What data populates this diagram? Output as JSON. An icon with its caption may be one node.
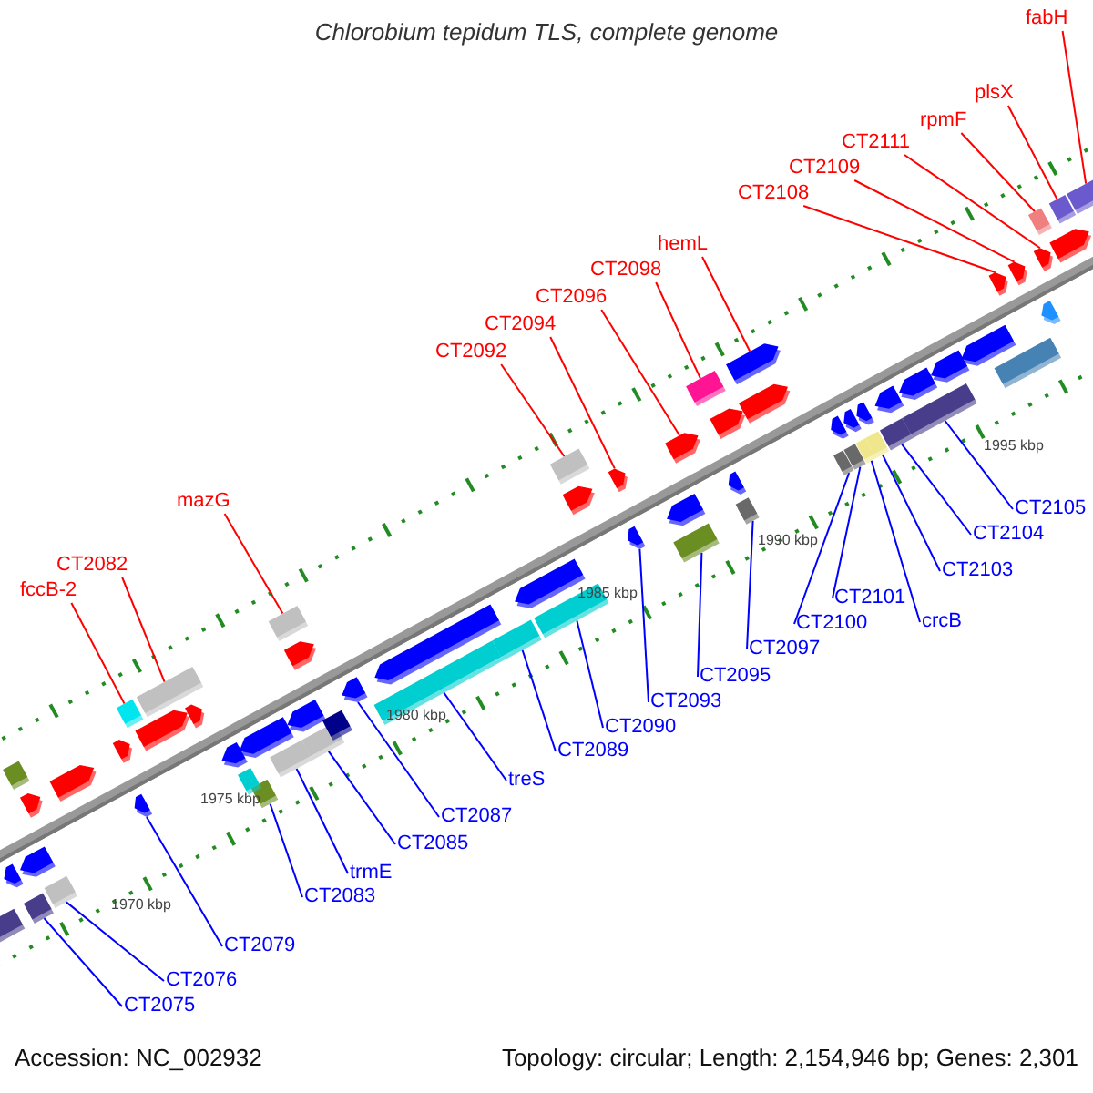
{
  "diagram": {
    "title": "Chlorobium tepidum TLS, complete genome",
    "nodes": [
      {
        "text": [
          "fabH"
        ]
      },
      {
        "text": [
          "plsX"
        ]
      },
      {
        "text": [
          "rpmF"
        ]
      },
      {
        "text": [
          "CT2111"
        ]
      },
      {
        "text": [
          "CT2109"
        ]
      },
      {
        "text": [
          "CT2108"
        ]
      },
      {
        "text": [
          "hemL"
        ]
      },
      {
        "text": [
          "CT2098"
        ]
      },
      {
        "text": [
          "CT2096"
        ]
      },
      {
        "text": [
          "CT2094"
        ]
      },
      {
        "text": [
          "CT2092"
        ]
      },
      {
        "text": [
          "mazG"
        ]
      },
      {
        "text": [
          "CT2082"
        ]
      },
      {
        "text": [
          "fccB-2"
        ]
      },
      {
        "text": [
          "CT2105"
        ]
      },
      {
        "text": [
          "CT2104"
        ]
      },
      {
        "text": [
          "CT2103"
        ]
      },
      {
        "text": [
          "CT2101"
        ]
      },
      {
        "text": [
          "crcB"
        ]
      },
      {
        "text": [
          "CT2100"
        ]
      },
      {
        "text": [
          "CT2097"
        ]
      },
      {
        "text": [
          "CT2095"
        ]
      },
      {
        "text": [
          "CT2093"
        ]
      },
      {
        "text": [
          "CT2090"
        ]
      },
      {
        "text": [
          "CT2089"
        ]
      },
      {
        "text": [
          "treS"
        ]
      },
      {
        "text": [
          "CT2087"
        ]
      },
      {
        "text": [
          "CT2085"
        ]
      },
      {
        "text": [
          "trmE"
        ]
      },
      {
        "text": [
          "CT2083"
        ]
      },
      {
        "text": [
          "CT2079"
        ]
      },
      {
        "text": [
          "CT2076"
        ]
      },
      {
        "text": [
          "CT2075"
        ]
      },
      {
        "text": [],
        "shape": "arrow"
      },
      {
        "text": [],
        "shape": "box"
      },
      {
        "text": [],
        "shape": "box"
      },
      {
        "text": [],
        "shape": "arrow"
      },
      {
        "text": [],
        "shape": "arrow"
      },
      {
        "text": [],
        "shape": "arrow"
      },
      {
        "text": [],
        "shape": "arrow"
      },
      {
        "text": [],
        "shape": "box"
      },
      {
        "text": [],
        "shape": "arrow"
      },
      {
        "text": [],
        "shape": "arrow"
      },
      {
        "text": [],
        "shape": "box"
      },
      {
        "text": [],
        "shape": "box"
      },
      {
        "text": [],
        "shape": "box"
      },
      {
        "text": [],
        "shape": "box"
      },
      {
        "text": [],
        "shape": "box"
      },
      {
        "text": [],
        "shape": "box"
      },
      {
        "text": [],
        "shape": "box"
      },
      {
        "text": [],
        "shape": "box"
      },
      {
        "text": [],
        "shape": "box"
      },
      {
        "text": [],
        "shape": "box"
      },
      {
        "text": [],
        "shape": "box"
      },
      {
        "text": [],
        "shape": "box"
      },
      {
        "text": [],
        "shape": "arrow"
      },
      {
        "text": [],
        "shape": "box"
      },
      {
        "text": [],
        "shape": "box"
      },
      {
        "text": [],
        "shape": "box"
      },
      {
        "text": [],
        "shape": "arrow"
      },
      {
        "text": [],
        "shape": "box"
      },
      {
        "text": [],
        "shape": "box"
      },
      {
        "text": [],
        "shape": "box"
      },
      {
        "text": [],
        "shape": "arrow"
      },
      {
        "text": [],
        "shape": "box"
      },
      {
        "text": [],
        "shape": "box"
      },
      {
        "text": [],
        "shape": "arrow"
      },
      {
        "text": [],
        "shape": "arrow"
      },
      {
        "text": [],
        "shape": "arrow"
      },
      {
        "text": [],
        "shape": "arrow"
      },
      {
        "text": [],
        "shape": "arrow"
      },
      {
        "text": [],
        "shape": "arrow"
      },
      {
        "text": [],
        "shape": "arrow"
      },
      {
        "text": [],
        "shape": "arrow"
      },
      {
        "text": [],
        "shape": "arrow"
      },
      {
        "text": [],
        "shape": "arrow"
      },
      {
        "text": [],
        "shape": "box"
      },
      {
        "text": [],
        "shape": "arrow"
      },
      {
        "text": [],
        "shape": "arrow"
      },
      {
        "text": [],
        "shape": "arrow"
      },
      {
        "text": [],
        "shape": "arrow"
      },
      {
        "text": [],
        "shape": "arrow"
      },
      {
        "text": [],
        "shape": "arrow"
      },
      {
        "text": [],
        "shape": "arrow"
      },
      {
        "text": [],
        "shape": "box"
      },
      {
        "text": [],
        "shape": "arrow"
      },
      {
        "text": [],
        "shape": "arrow"
      },
      {
        "text": [],
        "shape": "arrow"
      },
      {
        "text": [],
        "shape": "arrow"
      },
      {
        "text": [],
        "shape": "arrow"
      },
      {
        "text": [],
        "shape": "arrow"
      },
      {
        "text": [],
        "shape": "arrow"
      },
      {
        "text": [],
        "shape": "arrow"
      },
      {
        "text": [],
        "shape": "box"
      },
      {
        "text": [],
        "shape": "box"
      },
      {
        "text": [],
        "shape": "arrow"
      },
      {
        "text": [],
        "shape": "arrow"
      },
      {
        "text": [],
        "shape": "box"
      }
    ],
    "edges": [
      {
        "from": 0,
        "to": 33,
        "arrow": "none",
        "color": "#ff0000"
      },
      {
        "from": 1,
        "to": 34,
        "arrow": "none",
        "color": "#ff0000"
      },
      {
        "from": 2,
        "to": 35,
        "arrow": "none",
        "color": "#ff0000"
      },
      {
        "from": 3,
        "to": 36,
        "arrow": "none",
        "color": "#ff0000"
      },
      {
        "from": 4,
        "to": 37,
        "arrow": "none",
        "color": "#ff0000"
      },
      {
        "from": 5,
        "to": 38,
        "arrow": "none",
        "color": "#ff0000"
      },
      {
        "from": 6,
        "to": 39,
        "arrow": "none",
        "color": "#ff0000"
      },
      {
        "from": 7,
        "to": 40,
        "arrow": "none",
        "color": "#ff0000"
      },
      {
        "from": 8,
        "to": 41,
        "arrow": "none",
        "color": "#ff0000"
      },
      {
        "from": 9,
        "to": 42,
        "arrow": "none",
        "color": "#ff0000"
      },
      {
        "from": 10,
        "to": 43,
        "arrow": "none",
        "color": "#ff0000"
      },
      {
        "from": 11,
        "to": 44,
        "arrow": "none",
        "color": "#ff0000"
      },
      {
        "from": 12,
        "to": 45,
        "arrow": "none",
        "color": "#ff0000"
      },
      {
        "from": 13,
        "to": 46,
        "arrow": "none",
        "color": "#ff0000"
      },
      {
        "from": 14,
        "to": 47,
        "arrow": "none"
      },
      {
        "from": 15,
        "to": 48,
        "arrow": "none"
      },
      {
        "from": 16,
        "to": 49,
        "arrow": "none"
      },
      {
        "from": 17,
        "to": 50,
        "arrow": "none"
      },
      {
        "from": 18,
        "to": 51,
        "arrow": "none"
      },
      {
        "from": 19,
        "to": 52,
        "arrow": "none"
      },
      {
        "from": 20,
        "to": 53,
        "arrow": "none"
      },
      {
        "from": 21,
        "to": 54,
        "arrow": "none"
      },
      {
        "from": 22,
        "to": 55,
        "arrow": "none"
      },
      {
        "from": 23,
        "to": 56,
        "arrow": "none"
      },
      {
        "from": 24,
        "to": 57,
        "arrow": "none"
      },
      {
        "from": 25,
        "to": 58,
        "arrow": "none"
      },
      {
        "from": 26,
        "to": 59,
        "arrow": "none"
      },
      {
        "from": 27,
        "to": 60,
        "arrow": "none"
      },
      {
        "from": 28,
        "to": 61,
        "arrow": "none"
      },
      {
        "from": 29,
        "to": 62,
        "arrow": "none"
      },
      {
        "from": 30,
        "to": 63,
        "arrow": "none"
      },
      {
        "from": 31,
        "to": 64,
        "arrow": "none"
      },
      {
        "from": 32,
        "to": 65,
        "arrow": "none"
      }
    ],
    "labels": [
      "1995 kbp",
      "1990 kbp",
      "1985 kbp",
      "1980 kbp",
      "1975 kbp",
      "1970 kbp",
      "Accession: NC_002932",
      "Topology: circular; Length: 2,154,946 bp; Genes: 2,301"
    ]
  }
}
